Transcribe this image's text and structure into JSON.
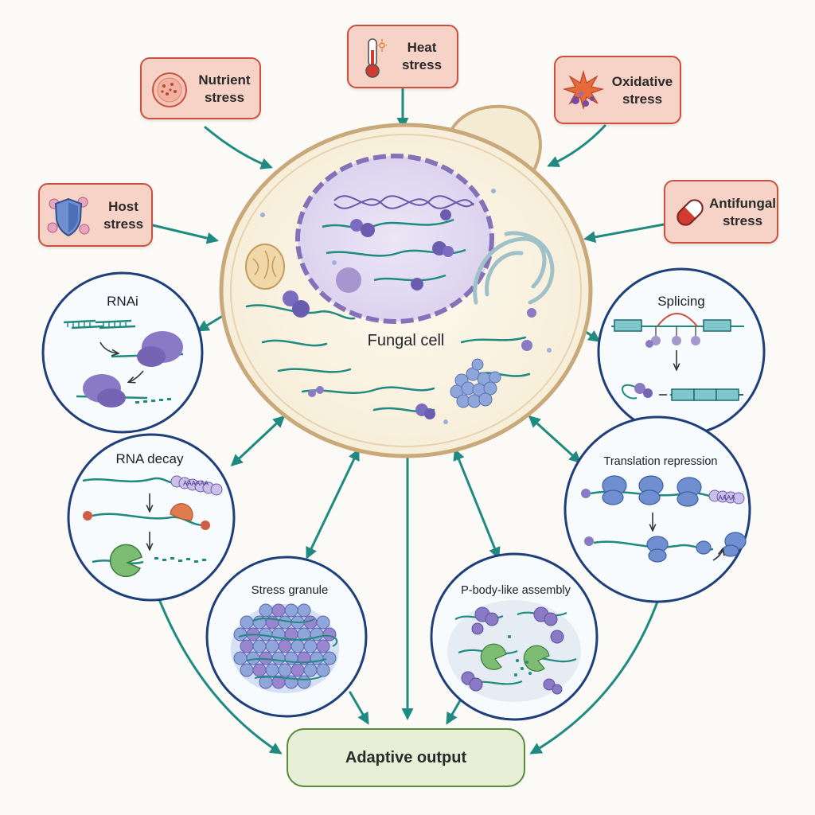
{
  "stressors": {
    "heat": {
      "label": "Heat\nstress",
      "icon": "thermometer-icon"
    },
    "nutrient": {
      "label": "Nutrient\nstress",
      "icon": "petri-dish-icon"
    },
    "oxidative": {
      "label": "Oxidative\nstress",
      "icon": "burst-icon"
    },
    "host": {
      "label": "Host\nstress",
      "icon": "shield-icon"
    },
    "antifungal": {
      "label": "Antifungal\nstress",
      "icon": "capsule-icon"
    }
  },
  "cell": {
    "label": "Fungal cell"
  },
  "mechanisms": {
    "rnai": "RNAi",
    "splicing": "Splicing",
    "rna_decay": "RNA decay",
    "translation_repression": "Translation repression",
    "stress_granule": "Stress granule",
    "p_body": "P-body-like assembly"
  },
  "rna_labels": {
    "poly_a_tail": "AAAAAA",
    "poly_a_short": "AAAA"
  },
  "output": {
    "label": "Adaptive output"
  },
  "colors": {
    "arrow": "#1f8a80",
    "stress_fill": "#f7d3c7",
    "stress_border": "#c8523f",
    "circle_border": "#1f3f7a",
    "protein_purple": "#8a79c4",
    "protein_blue": "#6f8fd0",
    "output_fill": "#e7efd7",
    "output_border": "#5a8a3a"
  }
}
